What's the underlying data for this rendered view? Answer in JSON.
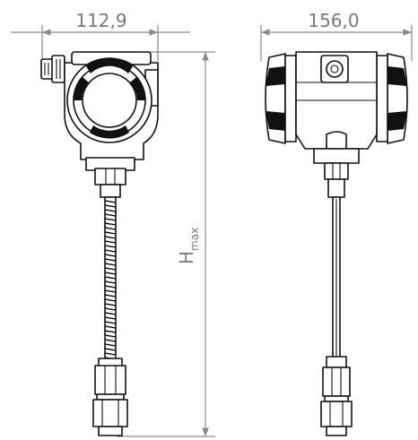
{
  "dimensions": {
    "front_width": "112,9",
    "side_width": "156,0",
    "height_symbol": "H",
    "height_subscript": "max"
  },
  "colors": {
    "outline": "#111111",
    "dimension": "#7a7a7a"
  }
}
